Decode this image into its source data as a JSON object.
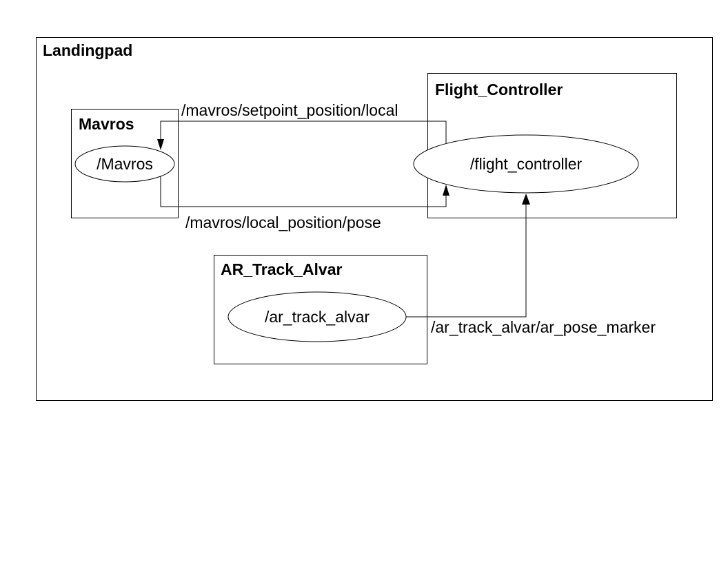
{
  "groups": {
    "landingpad": "Landingpad",
    "mavros": "Mavros",
    "flight_controller": "Flight_Controller",
    "ar_track_alvar": "AR_Track_Alvar"
  },
  "nodes": {
    "mavros": "/Mavros",
    "flight_controller": "/flight_controller",
    "ar_track_alvar": "/ar_track_alvar"
  },
  "edges": {
    "setpoint": {
      "label": "/mavros/setpoint_position/local",
      "from": "/flight_controller",
      "to": "/Mavros"
    },
    "local_pose": {
      "label": "/mavros/local_position/pose",
      "from": "/Mavros",
      "to": "/flight_controller"
    },
    "ar_pose": {
      "label": "/ar_track_alvar/ar_pose_marker",
      "from": "/ar_track_alvar",
      "to": "/flight_controller"
    }
  }
}
